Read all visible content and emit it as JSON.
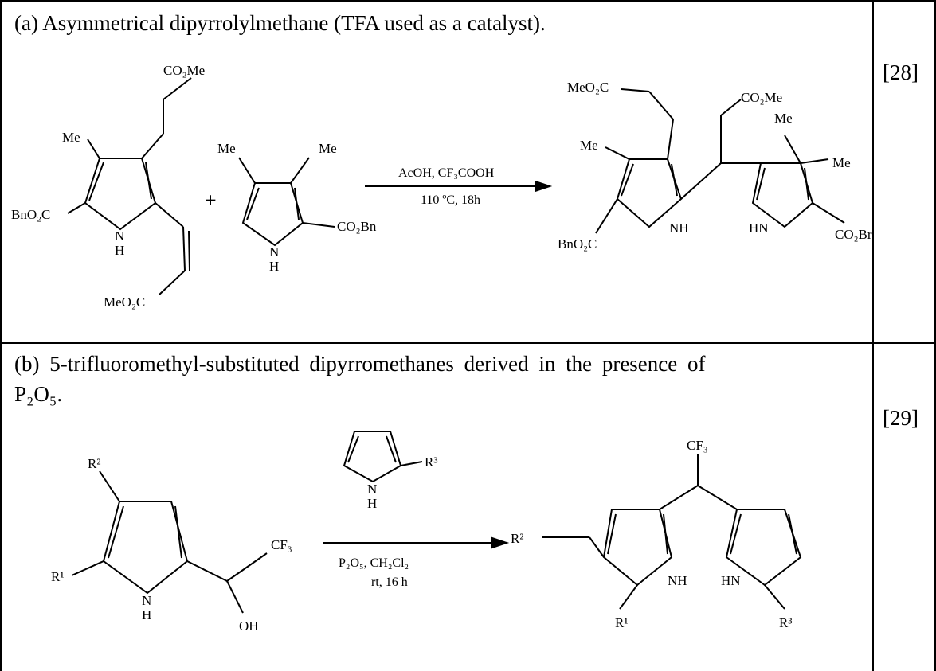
{
  "row_a": {
    "caption": "(a) Asymmetrical dipyrrolylmethane (TFA used as a catalyst).",
    "ref": "[28]",
    "plus": "+",
    "conditions_top": "AcOH, CF₃COOH",
    "conditions_bottom": "110 ºC, 18h",
    "labels": {
      "co2me": "CO₂Me",
      "me": "Me",
      "bno2c": "BnO₂C",
      "meo2c": "MeO₂C",
      "co2bn": "CO₂Bn",
      "n": "N",
      "h": "H",
      "nh": "NH",
      "hn": "HN",
      "co2br": "CO₂Br"
    }
  },
  "row_b": {
    "caption_line1": "(b) 5-trifluoromethyl-substituted dipyrromethanes derived in the presence of",
    "caption_line2": "P₂O₅.",
    "ref": "[29]",
    "conditions_top": "P₂O₅, CH₂Cl₂",
    "conditions_bottom": "rt, 16 h",
    "labels": {
      "r1": "R¹",
      "r2": "R²",
      "r3": "R³",
      "cf3": "CF₃",
      "oh": "OH",
      "n": "N",
      "h": "H",
      "nh": "NH",
      "hn": "HN"
    }
  }
}
